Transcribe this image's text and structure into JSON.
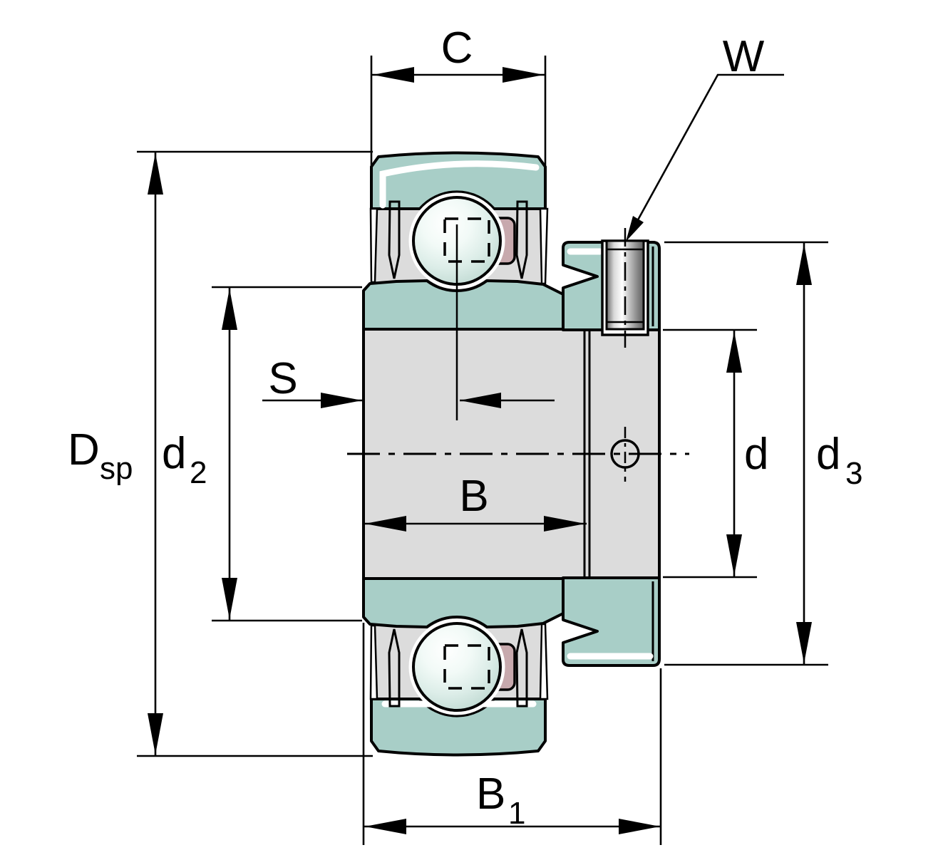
{
  "drawing": {
    "kind": "radial-insert-ball-bearing-cross-section-dimension-drawing",
    "labels": {
      "C": "C",
      "W": "W",
      "S": "S",
      "B": "B",
      "B1": {
        "base": "B",
        "sub": "1"
      },
      "Dsp": {
        "base": "D",
        "sub": "sp"
      },
      "d2": {
        "base": "d",
        "sub": "2"
      },
      "d": "d",
      "d3": {
        "base": "d",
        "sub": "3"
      }
    },
    "colors": {
      "ring_teal": "#a8cec7",
      "steel_gray": "#dcdcdc",
      "cage_pink": "#c7a9ad",
      "outline_black": "#000000",
      "background_white": "#ffffff"
    }
  }
}
